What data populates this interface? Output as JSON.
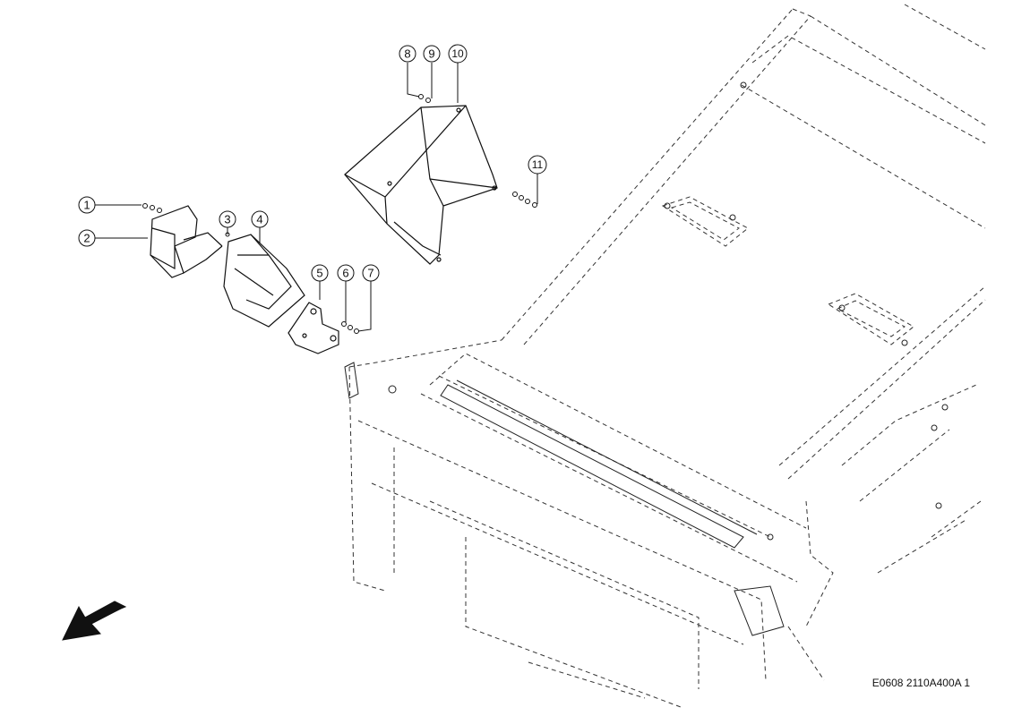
{
  "drawing": {
    "code": "E0608 2110A400A 1",
    "callouts": [
      {
        "id": "callout-1",
        "label": "1"
      },
      {
        "id": "callout-2",
        "label": "2"
      },
      {
        "id": "callout-3",
        "label": "3"
      },
      {
        "id": "callout-4",
        "label": "4"
      },
      {
        "id": "callout-5",
        "label": "5"
      },
      {
        "id": "callout-6",
        "label": "6"
      },
      {
        "id": "callout-7",
        "label": "7"
      },
      {
        "id": "callout-8",
        "label": "8"
      },
      {
        "id": "callout-9",
        "label": "9"
      },
      {
        "id": "callout-10",
        "label": "10"
      },
      {
        "id": "callout-11",
        "label": "11"
      }
    ],
    "colors": {
      "line": "#111111",
      "fill": "#ffffff"
    },
    "icons": {
      "direction": "direction-arrow-icon"
    }
  }
}
